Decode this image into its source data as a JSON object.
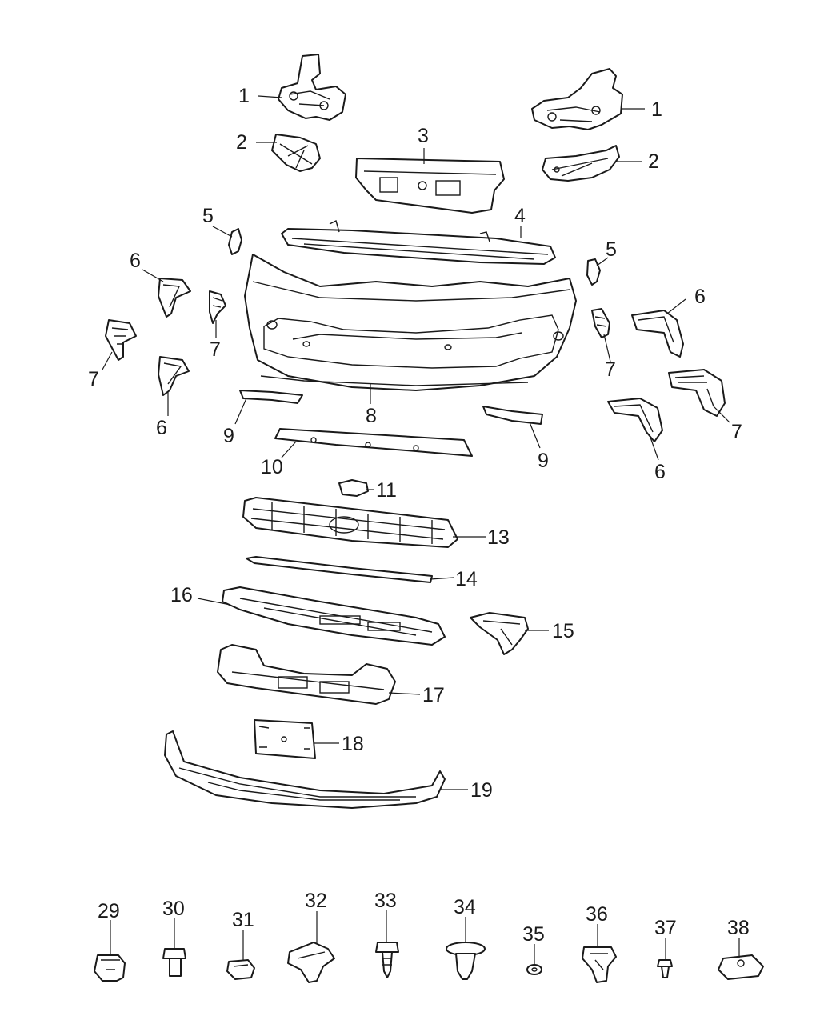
{
  "diagram": {
    "callouts": {
      "c1a": "1",
      "c1b": "1",
      "c2a": "2",
      "c2b": "2",
      "c3": "3",
      "c4": "4",
      "c5a": "5",
      "c5b": "5",
      "c6a": "6",
      "c6b": "6",
      "c6c": "6",
      "c6d": "6",
      "c7a": "7",
      "c7b": "7",
      "c7c": "7",
      "c7d": "7",
      "c8": "8",
      "c9a": "9",
      "c9b": "9",
      "c10": "10",
      "c11": "11",
      "c13": "13",
      "c14": "14",
      "c15": "15",
      "c16": "16",
      "c17": "17",
      "c18": "18",
      "c19": "19",
      "c29": "29",
      "c30": "30",
      "c31": "31",
      "c32": "32",
      "c33": "33",
      "c34": "34",
      "c35": "35",
      "c36": "36",
      "c37": "37",
      "c38": "38"
    }
  }
}
